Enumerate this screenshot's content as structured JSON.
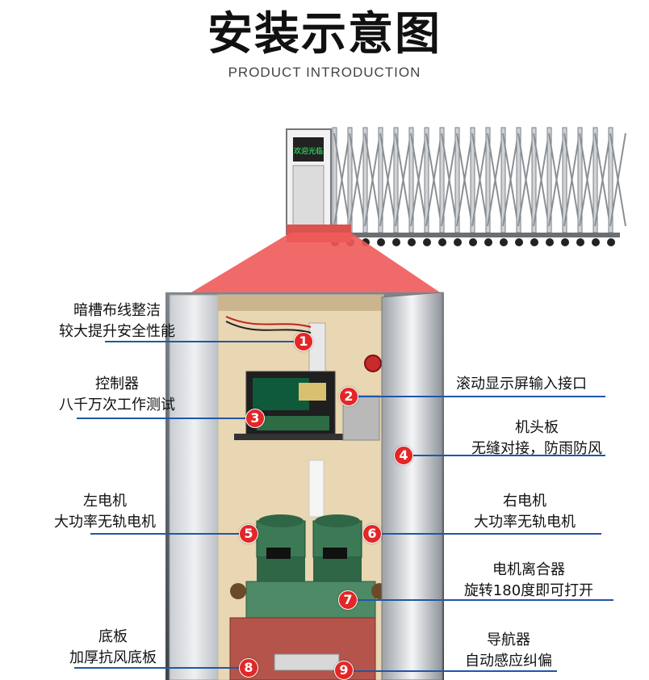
{
  "title": "安装示意图",
  "subtitle": "PRODUCT INTRODUCTION",
  "display_text": "欢迎光临",
  "colors": {
    "accent_red": "#e32626",
    "leader_blue": "#1f57a8",
    "cabinet_beige": "#e9d6b2"
  },
  "callouts": [
    {
      "number": "1",
      "line1": "暗槽布线整洁",
      "line2": "较大提升安全性能"
    },
    {
      "number": "2",
      "line1": "滚动显示屏输入接口",
      "line2": ""
    },
    {
      "number": "3",
      "line1": "控制器",
      "line2": "八千万次工作测试"
    },
    {
      "number": "4",
      "line1": "机头板",
      "line2": "无缝对接，防雨防风"
    },
    {
      "number": "5",
      "line1": "左电机",
      "line2": "大功率无轨电机"
    },
    {
      "number": "6",
      "line1": "右电机",
      "line2": "大功率无轨电机"
    },
    {
      "number": "7",
      "line1": "电机离合器",
      "line2": "旋转180度即可打开"
    },
    {
      "number": "8",
      "line1": "底板",
      "line2": "加厚抗风底板"
    },
    {
      "number": "9",
      "line1": "导航器",
      "line2": "自动感应纠偏"
    }
  ]
}
